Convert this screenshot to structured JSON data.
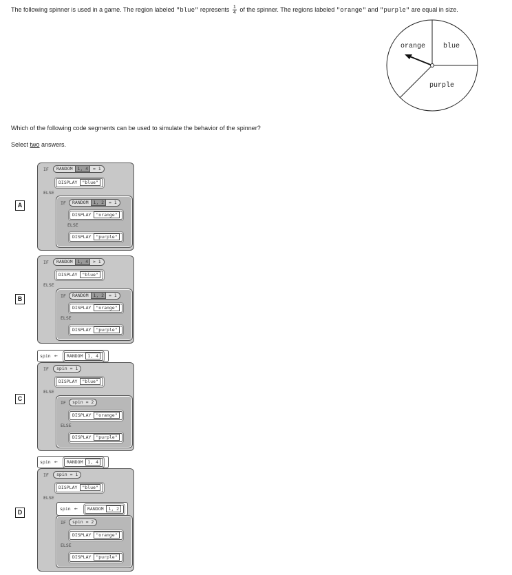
{
  "question": {
    "part1": "The following spinner is used in a game. The region labeled ",
    "blue_code": "\"blue\"",
    "part2": " represents ",
    "frac_num": "1",
    "frac_den": "4",
    "part3": " of the spinner. The regions labeled ",
    "orange_code": "\"orange\"",
    "part4": " and ",
    "purple_code": "\"purple\"",
    "part5": " are equal in size."
  },
  "spinner": {
    "labels": [
      "orange",
      "blue",
      "purple"
    ]
  },
  "prompt": "Which of the following code segments can be used to simulate the behavior of the spinner?",
  "select": {
    "pre": "Select ",
    "word": "two",
    "post": " answers."
  },
  "options": [
    {
      "letter": "A",
      "if1": "IF",
      "rand1": "RANDOM",
      "range1": "1, 4",
      "cmp1": "= 1",
      "disp1": "DISPLAY",
      "str1": "\"blue\"",
      "else1": "ELSE",
      "if2": "IF",
      "rand2": "RANDOM",
      "range2": "1, 2",
      "cmp2": "= 1",
      "disp2": "DISPLAY",
      "str2": "\"orange\"",
      "else2": "ELSE",
      "disp3": "DISPLAY",
      "str3": "\"purple\""
    },
    {
      "letter": "B",
      "if1": "IF",
      "rand1": "RANDOM",
      "range1": "1, 4",
      "cmp1": "> 1",
      "disp1": "DISPLAY",
      "str1": "\"blue\"",
      "else1": "ELSE",
      "if2": "IF",
      "rand2": "RANDOM",
      "range2": "1, 2",
      "cmp2": "= 1",
      "disp2": "DISPLAY",
      "str2": "\"orange\"",
      "else2": "ELSE",
      "disp3": "DISPLAY",
      "str3": "\"purple\""
    },
    {
      "letter": "C",
      "assign_var": "spin",
      "arrow": "←",
      "rand0": "RANDOM",
      "range0": "1, 4",
      "if1": "IF",
      "cond1": "spin = 1",
      "disp1": "DISPLAY",
      "str1": "\"blue\"",
      "else1": "ELSE",
      "if2": "IF",
      "cond2": "spin = 2",
      "disp2": "DISPLAY",
      "str2": "\"orange\"",
      "else2": "ELSE",
      "disp3": "DISPLAY",
      "str3": "\"purple\""
    },
    {
      "letter": "D",
      "assign_var": "spin",
      "arrow": "←",
      "rand0": "RANDOM",
      "range0": "1, 4",
      "if1": "IF",
      "cond1": "spin = 1",
      "disp1": "DISPLAY",
      "str1": "\"blue\"",
      "else1": "ELSE",
      "assign2_var": "spin",
      "rand2": "RANDOM",
      "range2": "1, 2",
      "if2": "IF",
      "cond2": "spin = 2",
      "disp2": "DISPLAY",
      "str2": "\"orange\"",
      "else2": "ELSE",
      "disp3": "DISPLAY",
      "str3": "\"purple\""
    }
  ]
}
